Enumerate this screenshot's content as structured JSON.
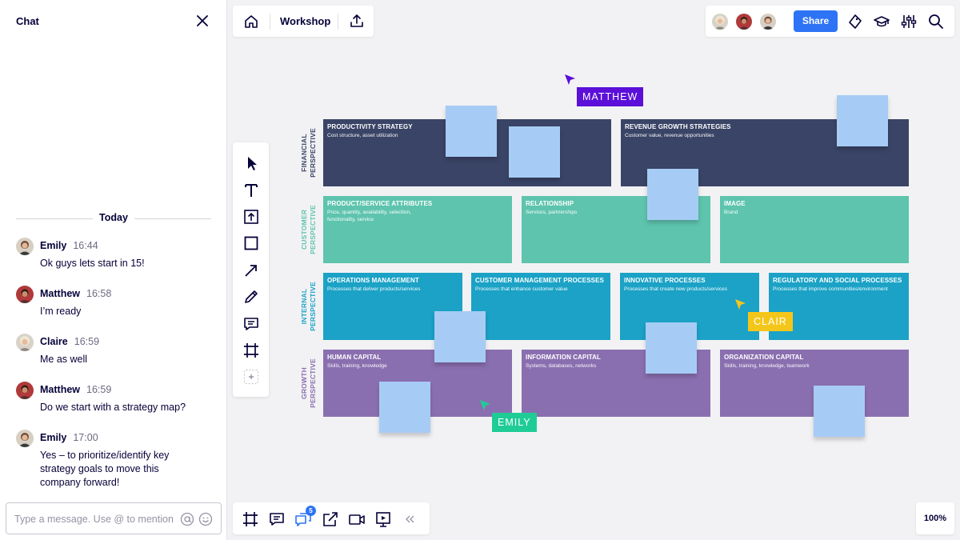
{
  "chat": {
    "title": "Chat",
    "divider": "Today",
    "messages": [
      {
        "name": "Emily",
        "time": "16:44",
        "text": "Ok guys lets start in 15!"
      },
      {
        "name": "Matthew",
        "time": "16:58",
        "text": "I’m ready"
      },
      {
        "name": "Claire",
        "time": "16:59",
        "text": "Me as well"
      },
      {
        "name": "Matthew",
        "time": "16:59",
        "text": "Do we start with a strategy map?"
      },
      {
        "name": "Emily",
        "time": "17:00",
        "text": "Yes – to prioritize/identify key strategy goals to move this company forward!"
      }
    ],
    "input_placeholder": "Type a message. Use @ to mention."
  },
  "topbar": {
    "board_name": "Workshop",
    "share_label": "Share"
  },
  "bottombar": {
    "notification_count": "5",
    "zoom": "100%"
  },
  "colors": {
    "financial": "#3a4466",
    "customer": "#5ec4ae",
    "internal": "#1ba2c6",
    "growth": "#8a6fb0",
    "sticky": "#a6ccf5",
    "matthew": "#5b0fd9",
    "claire": "#f5c61a",
    "emily": "#1fcc96",
    "share": "#2d73f5"
  },
  "perspectives": [
    {
      "label": "Financial Perspective",
      "color": "#3a4466"
    },
    {
      "label": "Customer Perspective",
      "color": "#5ec4ae"
    },
    {
      "label": "Internal Perspective",
      "color": "#1ba2c6"
    },
    {
      "label": "Growth Perspective",
      "color": "#8a6fb0"
    }
  ],
  "cards": {
    "financial": [
      {
        "title": "Productivity Strategy",
        "desc": "Cost structure, asset utilization"
      },
      {
        "title": "Revenue Growth Strategies",
        "desc": "Customer value, revenue opportunities"
      }
    ],
    "customer": [
      {
        "title": "Product/Service Attributes",
        "desc": "Price, quantity, availability, selection, functionality, service"
      },
      {
        "title": "Relationship",
        "desc": "Services, partnerships"
      },
      {
        "title": "Image",
        "desc": "Brand"
      }
    ],
    "internal": [
      {
        "title": "Operations Management",
        "desc": "Processes that deliver products/services"
      },
      {
        "title": "Customer Management Processes",
        "desc": "Processes that enhance customer value"
      },
      {
        "title": "Innovative Processes",
        "desc": "Processes that create new products/services"
      },
      {
        "title": "Regulatory and Social Processes",
        "desc": "Processes that improve communities/environment"
      }
    ],
    "growth": [
      {
        "title": "Human Capital",
        "desc": "Skills, training, knowledge"
      },
      {
        "title": "Information Capital",
        "desc": "Systems, databases, networks"
      },
      {
        "title": "Organization Capital",
        "desc": "Skills, training, knowledge, teamwork"
      }
    ]
  },
  "cursors": {
    "matthew": "MATTHEW",
    "claire": "CLAIR",
    "emily": "EMILY"
  },
  "icons": {
    "close": "close-icon",
    "home": "home-icon",
    "upload": "upload-icon",
    "mention": "at-icon",
    "emoji": "emoji-icon"
  }
}
